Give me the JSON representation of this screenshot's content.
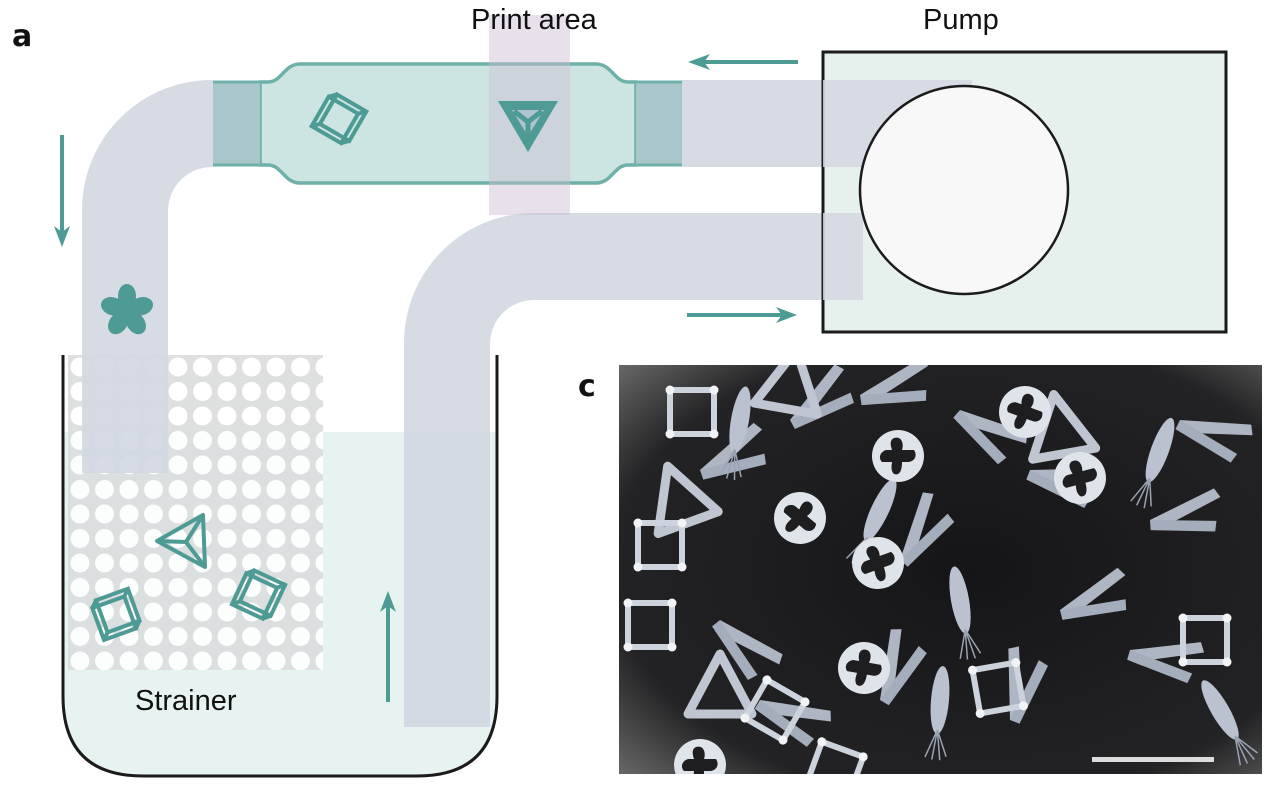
{
  "figure": {
    "panels": [
      {
        "id": "a",
        "label": "a"
      },
      {
        "id": "c",
        "label": "c"
      }
    ],
    "labels": {
      "print_area": "Print area",
      "pump": "Pump",
      "strainer": "Strainer"
    },
    "colors": {
      "accent_teal": "#4e9a94",
      "pipe": "#d3d8e2",
      "chamber": "#cde5e2",
      "connector": "#a9c6cb",
      "print_band": "#dccfe0",
      "pump_fill": "#e6f0ed",
      "liquid": "#e6f3f1",
      "strainer_mesh": "#d7dcdc",
      "photo_bg": "#1c1c1e",
      "photo_object": "#c8ced8"
    },
    "flow_arrows": [
      {
        "id": "top",
        "direction": "left"
      },
      {
        "id": "left",
        "direction": "down"
      },
      {
        "id": "bottom",
        "direction": "right"
      },
      {
        "id": "container",
        "direction": "up"
      }
    ],
    "particles_in_diagram": [
      {
        "shape": "cube",
        "location": "chamber"
      },
      {
        "shape": "tetrahedron",
        "location": "print-area"
      },
      {
        "shape": "flower",
        "location": "return-pipe"
      },
      {
        "shape": "tetrahedron",
        "location": "strainer"
      },
      {
        "shape": "cube",
        "location": "strainer"
      },
      {
        "shape": "cube",
        "location": "strainer"
      }
    ],
    "photo": {
      "description": "Printed microparticles in liquid (cubes, tetrahedra, discs with cross cutouts, blades)",
      "has_scale_bar": true
    }
  }
}
